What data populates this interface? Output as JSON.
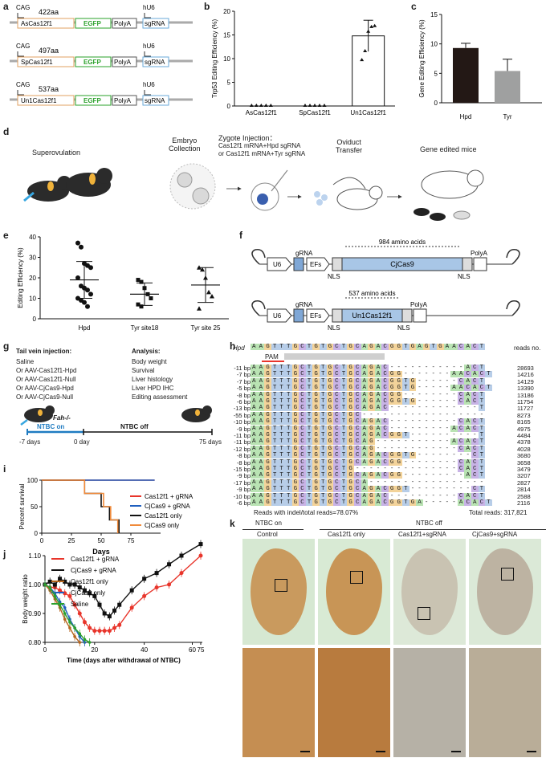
{
  "panel_labels": [
    "a",
    "b",
    "c",
    "d",
    "e",
    "f",
    "g",
    "h",
    "i",
    "j",
    "k"
  ],
  "panel_a": {
    "constructs": [
      {
        "promoter": "CAG",
        "size": "422aa",
        "cas": "AsCas12f1",
        "egfp": "EGFP",
        "polya": "PolyA",
        "u6": "hU6",
        "sgrna": "sgRNA"
      },
      {
        "promoter": "CAG",
        "size": "497aa",
        "cas": "SpCas12f1",
        "egfp": "EGFP",
        "polya": "PolyA",
        "u6": "hU6",
        "sgrna": "sgRNA"
      },
      {
        "promoter": "CAG",
        "size": "537aa",
        "cas": "Un1Cas12f1",
        "egfp": "EGFP",
        "polya": "PolyA",
        "u6": "hU6",
        "sgrna": "sgRNA"
      }
    ]
  },
  "panel_d": {
    "steps": [
      "Superovulation",
      "Embryo\nCollection",
      "Zygote Injection：",
      "Oviduct\nTransfer",
      "Gene edited mice"
    ],
    "injection_lines": [
      "Cas12f1 mRNA+Hpd sgRNA",
      "or Cas12f1 mRNA+Tyr sgRNA"
    ]
  },
  "panel_f": {
    "top": {
      "u6": "U6",
      "grna": "gRNA",
      "efs": "EFs",
      "cas": "CjCas9",
      "span": "984 amino acids",
      "nls1": "NLS",
      "nls2": "NLS",
      "polya": "PolyA"
    },
    "bottom": {
      "u6": "U6",
      "grna": "gRNA",
      "efs": "EFs",
      "cas": "Un1Cas12f1",
      "span": "537 amino acids",
      "nls1": "NLS",
      "nls2": "NLS",
      "polya": "PolyA"
    }
  },
  "panel_g": {
    "injection_title": "Tail vein injection:",
    "injection_items": [
      "Saline",
      "Or AAV-Cas12f1-Hpd",
      "Or AAV-Cas12f1-Null",
      "Or AAV-CjCas9-Hpd",
      "Or AAV-CjCas9-Null"
    ],
    "analysis_title": "Analysis:",
    "analysis_items": [
      "Body weight",
      "Survival",
      "Liver histology",
      "Liver HPD IHC",
      "Editing assessment"
    ],
    "genotype": "Fah-/-",
    "ntbc_on": "NTBC on",
    "ntbc_off": "NTBC off",
    "ticks": [
      "-7 days",
      "0 day",
      "75 days"
    ]
  },
  "panel_h": {
    "gene": "Hpd",
    "reference": "AAGTTTGCTGTGCTGCAGACGGTGAGTGAACACT",
    "pam": "PAM",
    "reads_header": "reads no.",
    "rows": [
      {
        "indel": "-11 bp",
        "seq": "AAGTTTGCTGTGCTGCAGAC-----------ACT",
        "reads": "28693"
      },
      {
        "indel": "-7 bp",
        "seq": "AAGTTTGCTGTGCTGCAGACGG-------AACACT",
        "reads": "14216"
      },
      {
        "indel": "-7 bp",
        "seq": "AAGTTTGCTGTGCTGCAGACGGTG------CACT",
        "reads": "14129"
      },
      {
        "indel": "-5 bp",
        "seq": "AAGTTTGCTGTGCTGCAGACGGTG-----AACACT",
        "reads": "13390"
      },
      {
        "indel": "-8 bp",
        "seq": "AAGTTTGCTGTGCTGCAGACGG--------CACT",
        "reads": "13186"
      },
      {
        "indel": "-6 bp",
        "seq": "AAGTTTGCTGTGCTGCAGACGGTG------CACT",
        "reads": "11754"
      },
      {
        "indel": "-13 bp",
        "seq": "AAGTTTGCTGTGCTGCAGAC-------------T",
        "reads": "11727"
      },
      {
        "indel": "-55 bp",
        "seq": "AAGTTTGCTGTGCTGC------------------",
        "reads": "8273"
      },
      {
        "indel": "-10 bp",
        "seq": "AAGTTTGCTGTGCTGCAGAC----------CACT",
        "reads": "8165"
      },
      {
        "indel": "-9 bp",
        "seq": "AAGTTTGCTGTGCTGCAGAC---------ACACT",
        "reads": "4975"
      },
      {
        "indel": "-11 bp",
        "seq": "AAGTTTGCTGTGCTGCAGACGGT----------T",
        "reads": "4484"
      },
      {
        "indel": "-11 bp",
        "seq": "AAGTTTGCTGTGCTGCAG-----------ACACT",
        "reads": "4378"
      },
      {
        "indel": "-12 bp",
        "seq": "AAGTTTGCTGTGCTGCAG------------CACT",
        "reads": "4028"
      },
      {
        "indel": "-8 bp",
        "seq": "AAGTTTGCTGTGCTGCAGACGGTG--------CT",
        "reads": "3680"
      },
      {
        "indel": "-8 bp",
        "seq": "AAGTTTGCTGTGCTGCAGACGG--------CACT",
        "reads": "3658"
      },
      {
        "indel": "-15 bp",
        "seq": "AAGTTTGCTGTGCTG---------------CACT",
        "reads": "3479"
      },
      {
        "indel": "-9 bp",
        "seq": "AAGTTTGCTGTGCTGCAGACGG---------ACT",
        "reads": "3207"
      },
      {
        "indel": "-17 bp",
        "seq": "AAGTTTGCTGTGCTGCA-----------------",
        "reads": "2827"
      },
      {
        "indel": "-9 bp",
        "seq": "AAGTTTGCTGTGCTGCAGACGGT---------CT",
        "reads": "2814"
      },
      {
        "indel": "-10 bp",
        "seq": "AAGTTTGCTGTGCTGCAGAC----------CACT",
        "reads": "2588"
      },
      {
        "indel": "-6 bp",
        "seq": "AAGTTTGCTGTGCTGCAGACGGTGA-----ACACT",
        "reads": "2116"
      }
    ],
    "footer_left": "Reads with indel/total reads=78.07%",
    "footer_right": "Total reads: 317,821"
  },
  "panel_k": {
    "groups": [
      "NTBC on",
      "NTBC off"
    ],
    "columns": [
      "Control",
      "Cas12f1 only",
      "Cas12f1+sgRNA",
      "CjCas9+sgRNA"
    ]
  },
  "chart_data": [
    {
      "id": "b",
      "type": "bar",
      "ylabel": "Trp53 Editing Efficiency (%)",
      "categories": [
        "AsCas12f1",
        "SpCas12f1",
        "Un1Cas12f1"
      ],
      "values": [
        0,
        0,
        14.8
      ],
      "errors": [
        0,
        0,
        3.3
      ],
      "points": [
        [
          0,
          0,
          0,
          0,
          0
        ],
        [
          0,
          0,
          0,
          0,
          0
        ],
        [
          9.8,
          11.7,
          15.8,
          16.8,
          17.0
        ]
      ],
      "ylim": [
        0,
        20
      ],
      "yticks": [
        0,
        5,
        10,
        15,
        20
      ]
    },
    {
      "id": "c",
      "type": "bar",
      "ylabel": "Gene Editing Efficiency (%)",
      "categories": [
        "Hpd",
        "Tyr"
      ],
      "values": [
        9.3,
        5.4
      ],
      "errors": [
        0.8,
        2.0
      ],
      "colors": [
        "#231815",
        "#9fa0a0"
      ],
      "ylim": [
        0,
        15
      ],
      "yticks": [
        0,
        5,
        10,
        15
      ]
    },
    {
      "id": "e",
      "type": "scatter",
      "ylabel": "Editing Efficiency (%)",
      "categories": [
        "Hpd",
        "Tyr site18",
        "Tyr site 25"
      ],
      "points": [
        [
          37,
          35,
          27,
          26,
          25,
          20,
          16,
          15,
          14,
          12,
          10,
          9,
          8,
          6
        ],
        [
          19,
          18,
          15,
          12,
          10,
          7,
          6
        ],
        [
          25,
          24,
          20,
          13,
          11,
          5
        ]
      ],
      "means": [
        19,
        12,
        16.5
      ],
      "sd": [
        9,
        5.5,
        8.5
      ],
      "ylim": [
        0,
        40
      ],
      "yticks": [
        0,
        10,
        20,
        30,
        40
      ]
    },
    {
      "id": "i",
      "type": "line",
      "xlabel": "Days",
      "ylabel": "Percent survival",
      "xlim": [
        0,
        100
      ],
      "ylim": [
        0,
        100
      ],
      "xticks": [
        0,
        25,
        50,
        75
      ],
      "yticks": [
        0,
        50,
        100
      ],
      "series": [
        {
          "name": "Cas12f1 + gRNA",
          "color": "#e8352b",
          "x": [
            0,
            95
          ],
          "y": [
            100,
            100
          ]
        },
        {
          "name": "CjCas9 + gRNA",
          "color": "#1f5fbf",
          "x": [
            0,
            95
          ],
          "y": [
            100,
            100
          ]
        },
        {
          "name": "Cas12f1 only",
          "color": "#111111",
          "x": [
            0,
            36,
            36,
            50,
            50,
            57,
            57,
            65,
            65
          ],
          "y": [
            100,
            100,
            75,
            75,
            50,
            50,
            25,
            25,
            0
          ]
        },
        {
          "name": "CjCas9 only",
          "color": "#f08a3a",
          "x": [
            0,
            36,
            36,
            52,
            52,
            58,
            58,
            64,
            64
          ],
          "y": [
            100,
            100,
            75,
            75,
            50,
            50,
            25,
            25,
            0
          ]
        }
      ]
    },
    {
      "id": "j",
      "type": "line",
      "xlabel": "Time (days after withdrawal of NTBC)",
      "ylabel": "Body weight ratio",
      "ylim": [
        0.8,
        1.1
      ],
      "yticks": [
        0.8,
        0.9,
        1.0,
        1.1
      ],
      "xticks": [
        0,
        20,
        40,
        60,
        75
      ],
      "series": [
        {
          "name": "Cas12f1 + gRNA",
          "color": "#e8352b",
          "x": [
            0,
            2,
            4,
            6,
            8,
            10,
            12,
            14,
            16,
            18,
            20,
            22,
            24,
            26,
            28,
            30,
            35,
            40,
            45,
            50,
            55,
            75
          ],
          "y": [
            1.0,
            0.99,
            0.99,
            0.98,
            0.97,
            0.96,
            0.93,
            0.9,
            0.87,
            0.85,
            0.84,
            0.84,
            0.84,
            0.84,
            0.85,
            0.86,
            0.92,
            0.96,
            0.99,
            1.0,
            1.04,
            1.1
          ]
        },
        {
          "name": "CjCas9 + gRNA",
          "color": "#111111",
          "x": [
            0,
            2,
            4,
            6,
            8,
            10,
            12,
            14,
            16,
            18,
            20,
            22,
            24,
            26,
            28,
            30,
            35,
            40,
            45,
            50,
            55,
            75
          ],
          "y": [
            1.0,
            1.01,
            1.0,
            1.02,
            1.01,
            1.0,
            1.0,
            0.99,
            0.98,
            0.97,
            0.96,
            0.93,
            0.9,
            0.89,
            0.91,
            0.93,
            0.98,
            1.02,
            1.04,
            1.07,
            1.1,
            1.14
          ]
        },
        {
          "name": "Cas12f1 only",
          "color": "#b5651d",
          "x": [
            0,
            2,
            4,
            6,
            8,
            10,
            12,
            14
          ],
          "y": [
            1.0,
            0.98,
            0.95,
            0.92,
            0.88,
            0.85,
            0.82,
            0.8
          ]
        },
        {
          "name": "CjCas9 only",
          "color": "#1f5fbf",
          "x": [
            0,
            2,
            4,
            6,
            8,
            10,
            12,
            14,
            16
          ],
          "y": [
            1.0,
            0.99,
            0.97,
            0.94,
            0.92,
            0.88,
            0.85,
            0.82,
            0.8
          ]
        },
        {
          "name": "Saline",
          "color": "#2ca02c",
          "x": [
            0,
            2,
            4,
            6,
            8,
            10,
            12,
            14,
            16,
            18
          ],
          "y": [
            1.0,
            0.99,
            0.96,
            0.93,
            0.9,
            0.87,
            0.85,
            0.83,
            0.81,
            0.8
          ]
        }
      ]
    }
  ]
}
